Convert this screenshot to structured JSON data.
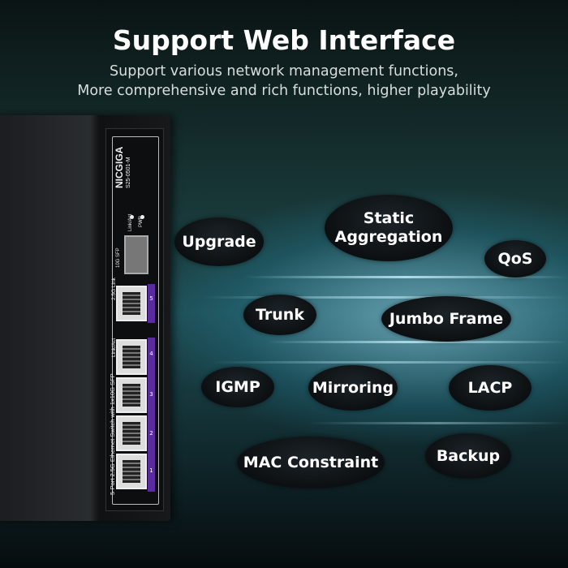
{
  "header": {
    "title": "Support Web Interface",
    "subtitle_line1": "Support various network management functions,",
    "subtitle_line2": "More comprehensive and rich functions, higher playability"
  },
  "device": {
    "brand": "NICGIGA",
    "model": "S25-0501-M",
    "led_linkact": "Link/Act",
    "led_pwr": "PWR",
    "sfp_label": "10G SFP",
    "legend_25g": "2.5G Link",
    "legend_linkact": "Link/Act",
    "description": "5-Port 2.5G Ethernet Switch with 1x10G SFP",
    "ports": [
      "5",
      "4",
      "3",
      "2",
      "1"
    ]
  },
  "features": [
    "Upgrade",
    "Static Aggregation",
    "QoS",
    "Trunk",
    "Jumbo Frame",
    "IGMP",
    "Mirroring",
    "LACP",
    "MAC Constraint",
    "Backup"
  ]
}
